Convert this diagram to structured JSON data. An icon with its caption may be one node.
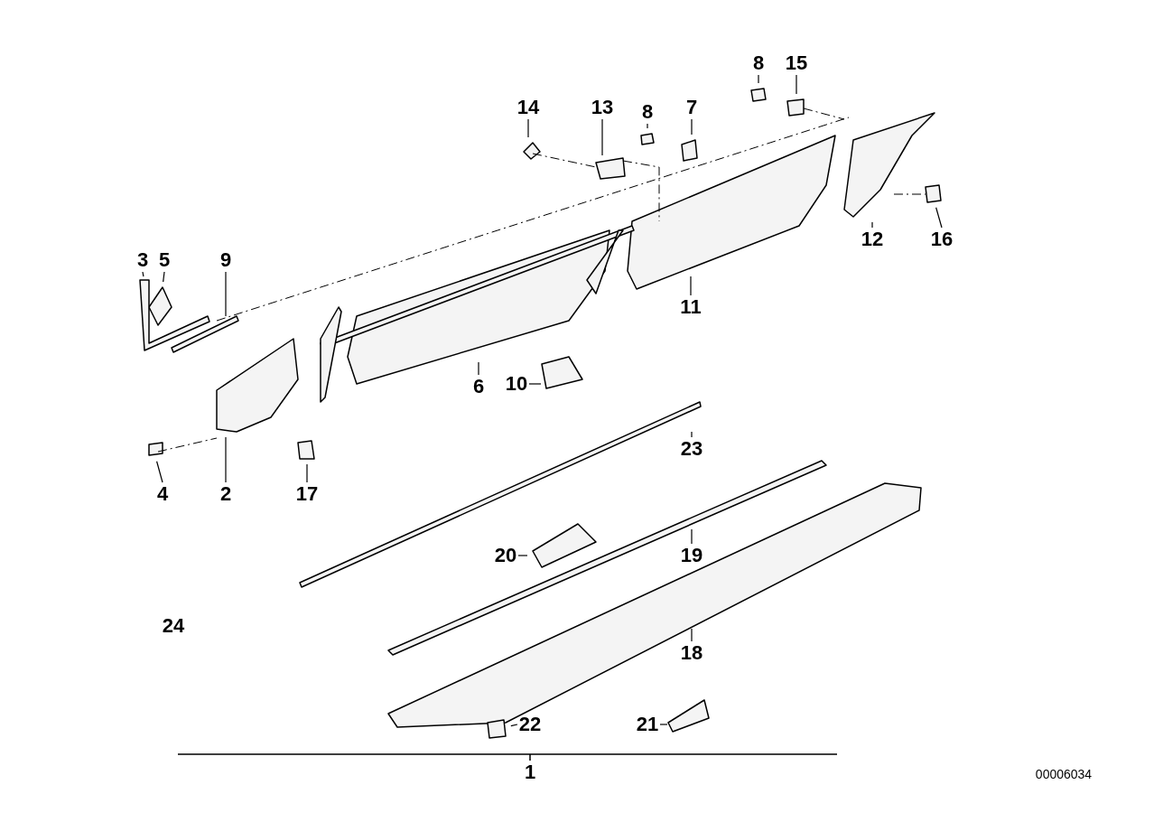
{
  "diagram": {
    "nodes": [
      {
        "text": [
          "8"
        ]
      },
      {
        "text": [
          "15"
        ]
      },
      {
        "text": [
          "14"
        ]
      },
      {
        "text": [
          "13"
        ]
      },
      {
        "text": [
          "8"
        ]
      },
      {
        "text": [
          "7"
        ]
      },
      {
        "text": [
          "12"
        ]
      },
      {
        "text": [
          "16"
        ]
      },
      {
        "text": [
          "3"
        ]
      },
      {
        "text": [
          "5"
        ]
      },
      {
        "text": [
          "9"
        ]
      },
      {
        "text": [
          "11"
        ]
      },
      {
        "text": [
          "6"
        ]
      },
      {
        "text": [
          "10"
        ]
      },
      {
        "text": [
          "4"
        ]
      },
      {
        "text": [
          "2"
        ]
      },
      {
        "text": [
          "17"
        ]
      },
      {
        "text": [
          "23"
        ]
      },
      {
        "text": [
          "20"
        ]
      },
      {
        "text": [
          "19"
        ]
      },
      {
        "text": [
          "18"
        ]
      },
      {
        "text": [
          "22"
        ]
      },
      {
        "text": [
          "21"
        ]
      }
    ],
    "edges": [
      {
        "from": 0,
        "to": null,
        "arrow": "none"
      },
      {
        "from": 1,
        "to": null,
        "arrow": "none"
      },
      {
        "from": 2,
        "to": null,
        "arrow": "none"
      },
      {
        "from": 3,
        "to": null,
        "arrow": "none"
      },
      {
        "from": 4,
        "to": null,
        "arrow": "none"
      },
      {
        "from": 5,
        "to": null,
        "arrow": "none"
      },
      {
        "from": 6,
        "to": null,
        "arrow": "none"
      },
      {
        "from": 7,
        "to": null,
        "arrow": "none"
      },
      {
        "from": 8,
        "to": null,
        "arrow": "none"
      },
      {
        "from": 9,
        "to": null,
        "arrow": "none"
      },
      {
        "from": 10,
        "to": null,
        "arrow": "none"
      },
      {
        "from": 11,
        "to": null,
        "arrow": "none"
      },
      {
        "from": 12,
        "to": null,
        "arrow": "none"
      },
      {
        "from": 13,
        "to": null,
        "arrow": "none"
      },
      {
        "from": 14,
        "to": null,
        "arrow": "none"
      },
      {
        "from": 15,
        "to": null,
        "arrow": "none"
      },
      {
        "from": 16,
        "to": null,
        "arrow": "none"
      },
      {
        "from": 17,
        "to": null,
        "arrow": "none"
      },
      {
        "from": 18,
        "to": null,
        "arrow": "none"
      },
      {
        "from": 19,
        "to": null,
        "arrow": "none"
      },
      {
        "from": 20,
        "to": null,
        "arrow": "none"
      },
      {
        "from": 21,
        "to": null,
        "arrow": "none"
      },
      {
        "from": 22,
        "to": null,
        "arrow": "none"
      }
    ],
    "labels": [
      "24",
      "1",
      "00006034"
    ]
  }
}
